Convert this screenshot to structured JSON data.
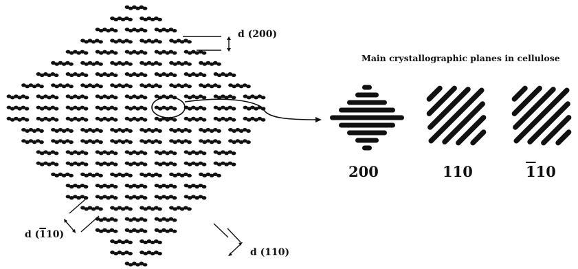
{
  "title": "Main crystallographic planes in cellulose",
  "colors": {
    "ink": "#111111",
    "background": "#ffffff"
  },
  "labels": {
    "d200": {
      "prefix": "d",
      "open": "(",
      "index": "200",
      "close": ")"
    },
    "d1m10": {
      "prefix": "d",
      "open": "(",
      "bar": "1",
      "rest": "10",
      "close": ")"
    },
    "d110": {
      "prefix": "d",
      "open": "(",
      "index": "110",
      "close": ")"
    }
  },
  "planes": [
    {
      "label": "200"
    },
    {
      "label": "110"
    },
    {
      "bar": "1",
      "rest": "10"
    }
  ]
}
